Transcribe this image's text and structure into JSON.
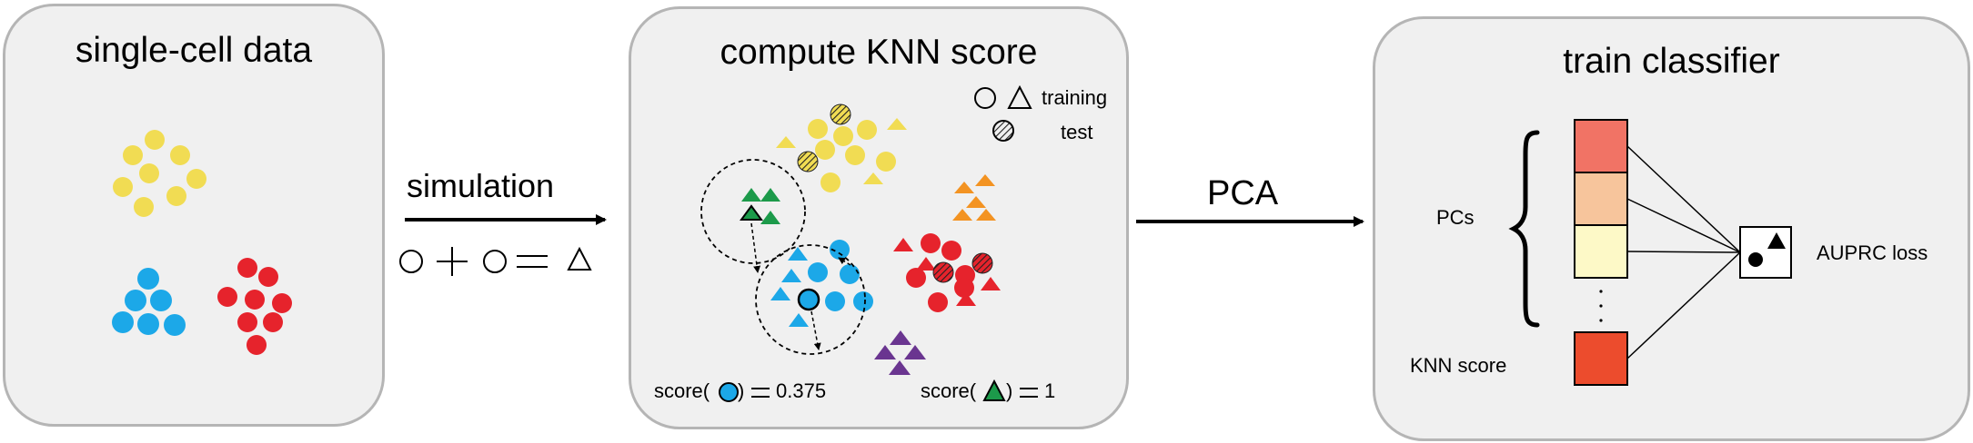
{
  "panels": {
    "left": {
      "title": "single-cell data"
    },
    "middle": {
      "title": "compute KNN score",
      "legend_training": "training",
      "legend_test": "test",
      "score_circle_prefix": "score(",
      "score_circle_suffix": ")",
      "score_circle_eq": "=",
      "score_circle_value": "0.375",
      "score_triangle_prefix": "score(",
      "score_triangle_suffix": ")",
      "score_triangle_eq": "=",
      "score_triangle_value": "1"
    },
    "right": {
      "title": "train classifier",
      "pcs_label": "PCs",
      "knn_label": "KNN score",
      "loss_label": "AUPRC loss"
    }
  },
  "arrows": {
    "simulation_label": "simulation",
    "pca_label": "PCA"
  },
  "colors": {
    "yellow": "#f1dc53",
    "blue": "#1ca8e8",
    "red": "#e6232c",
    "green": "#1c9a4a",
    "orange": "#f39322",
    "purple": "#6a3590",
    "feature_1": "#f17365",
    "feature_2": "#f7c59c",
    "feature_3": "#fdf9c7",
    "feature_knn": "#ec4c2d",
    "panel_bg": "#f0f0f0",
    "panel_border": "#b5b5b5"
  }
}
